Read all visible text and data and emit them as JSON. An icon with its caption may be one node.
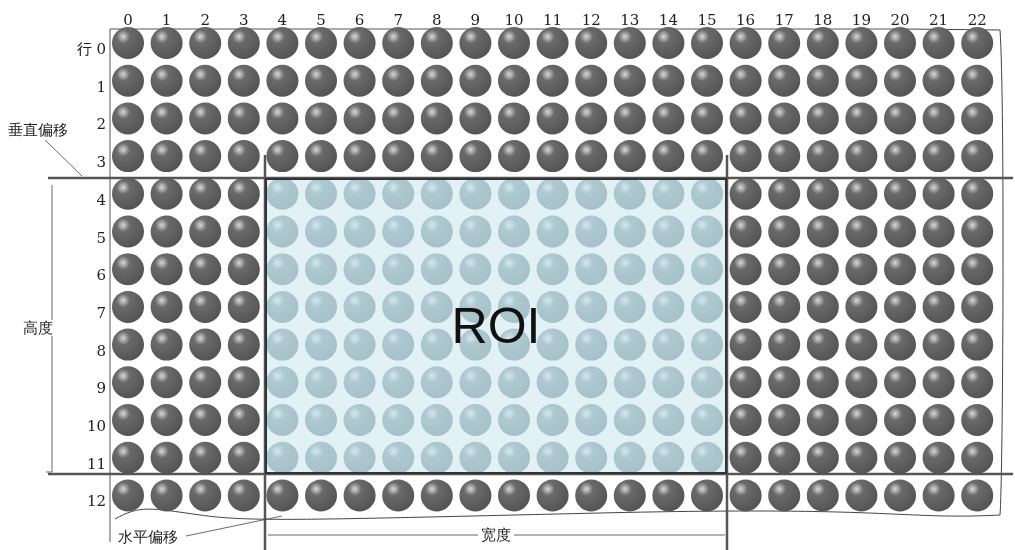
{
  "diagram": {
    "nodes": [
      {
        "text": [
          "ROI"
        ]
      },
      {
        "text": [
          "垂直偏移"
        ]
      },
      {
        "text": [
          "水平偏移"
        ]
      }
    ],
    "edges": [
      {
        "from": 1,
        "to": null,
        "arrow": "none"
      },
      {
        "from": 2,
        "to": null,
        "arrow": "none"
      }
    ],
    "labels": [
      "0",
      "1",
      "2",
      "3",
      "4",
      "5",
      "6",
      "7",
      "8",
      "9",
      "10",
      "11",
      "12",
      "13",
      "14",
      "15",
      "16",
      "17",
      "18",
      "19",
      "20",
      "21",
      "22",
      "行 0",
      "1",
      "2",
      "3",
      "4",
      "5",
      "6",
      "7",
      "8",
      "9",
      "10",
      "11",
      "12",
      "高度",
      "宽度"
    ]
  }
}
